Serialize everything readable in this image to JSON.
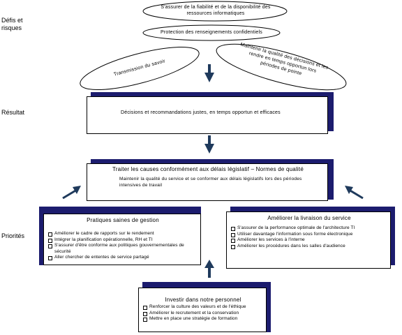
{
  "sections": {
    "challenges": "Défis et\nrisques",
    "result": "Résultat",
    "priorities": "Priorités"
  },
  "risks": {
    "ellipse1": "S'assurer de la fiabilité et de la disponibilité des ressources informatiques",
    "ellipse2": "Protection des renseignements confidentiels",
    "ellipse3": "Transmission du savoir",
    "ellipse4": "Maintenir la qualité des décisions et les rendre en temps opportun lors périodes de pointe"
  },
  "result_box": {
    "text": "Décisions et recommandations justes, en temps opportun et efficaces"
  },
  "central_box": {
    "title": "Traiter les causes conformément aux délais législatif – Normes de qualité",
    "text": "Maintenir la qualité du service et se conformer aux délais législatifs lors des périodes intensives de travail"
  },
  "left_box": {
    "title": "Pratiques saines de gestion",
    "items": [
      "Améliorer le cadre de rapports sur le rendement",
      "Intégrer la planification opérationnelle, RH et TI",
      "S'assurer d'être conforme aux politiques gouvernementales de sécurité",
      "Aller chercher de ententes de service partagé"
    ]
  },
  "right_box": {
    "title": "Améliorer la livraison du service",
    "items": [
      "S'assurer de la performance optimale de l'architecture TI",
      "Utiliser davantage l'information sous forme électronique",
      "Améliorer les services à l'interne",
      "Améliorer les procédures dans les salles d'audience"
    ]
  },
  "bottom_box": {
    "title": "Investir dans notre personnel",
    "items": [
      "Renforcer la culture des valeurs et de l'éthique",
      "Améliorer le recrutement et la conservation",
      "Mettre en place une stratégie de formation"
    ]
  },
  "colors": {
    "accent": "#1c1c6e",
    "arrow": "#1f3a5c"
  }
}
